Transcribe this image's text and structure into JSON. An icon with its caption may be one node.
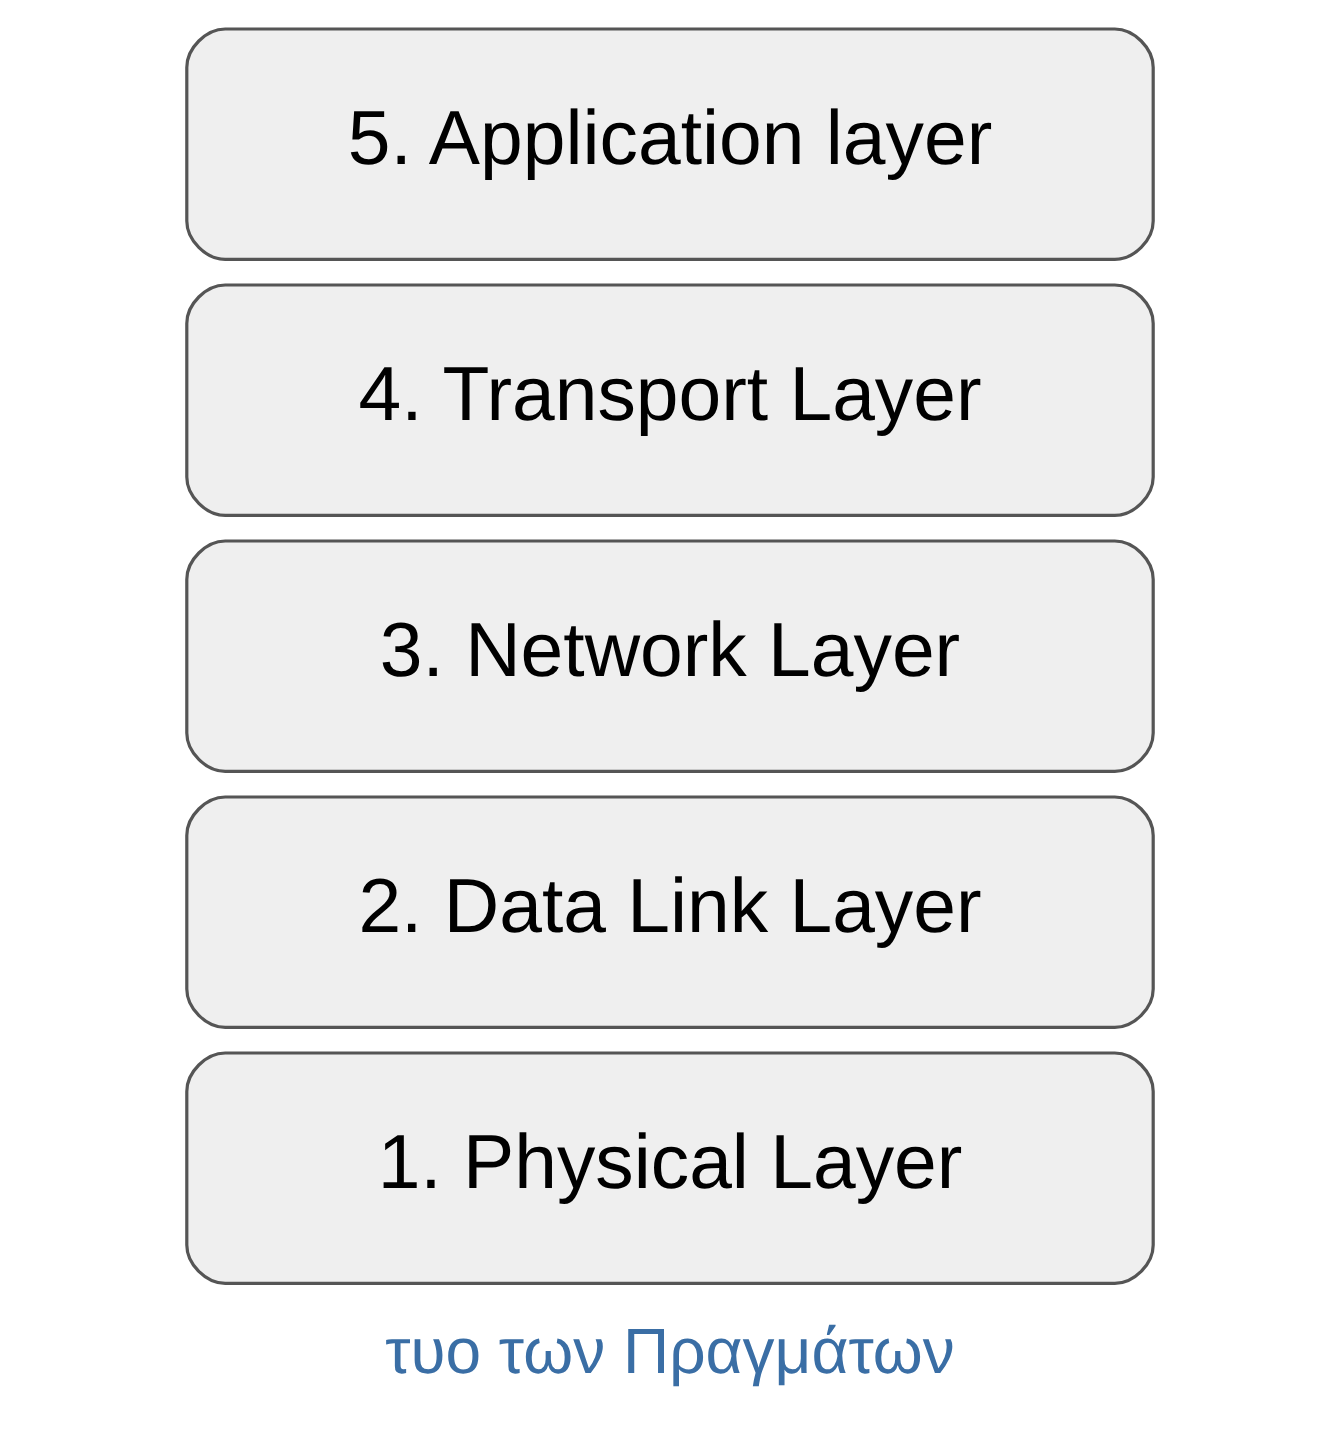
{
  "diagram": {
    "nodes": [
      {
        "text": [
          "5. Application layer"
        ]
      },
      {
        "text": [
          "4. Transport Layer"
        ]
      },
      {
        "text": [
          "3. Network Layer"
        ]
      },
      {
        "text": [
          "2. Data Link Layer"
        ]
      },
      {
        "text": [
          "1. Physical Layer"
        ]
      }
    ],
    "labels": [
      "τυο των Πραγμάτων"
    ]
  }
}
